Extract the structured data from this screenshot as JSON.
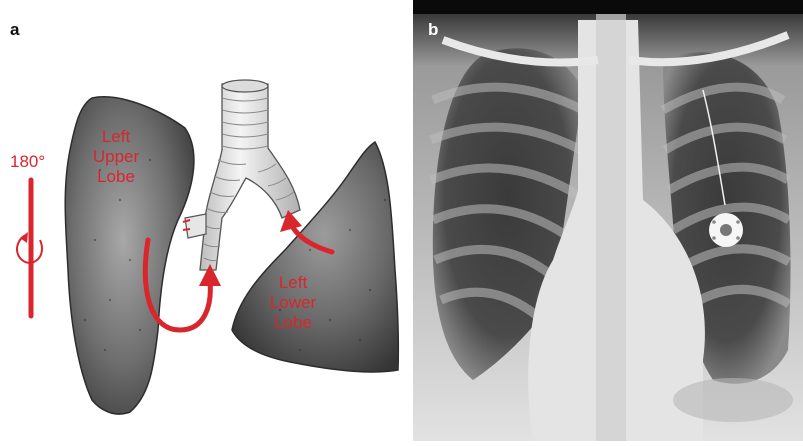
{
  "panels": {
    "a": {
      "letter": "a",
      "rotation": "180°",
      "upper_lobe": [
        "Left",
        "Upper",
        "Lobe"
      ],
      "lower_lobe": [
        "Left",
        "Lower",
        "Lobe"
      ]
    },
    "b": {
      "letter": "b"
    }
  },
  "colors": {
    "accent_red": "#d8262c",
    "lung_gray": "#6b6b6b",
    "trachea": "#e9e9e9"
  }
}
